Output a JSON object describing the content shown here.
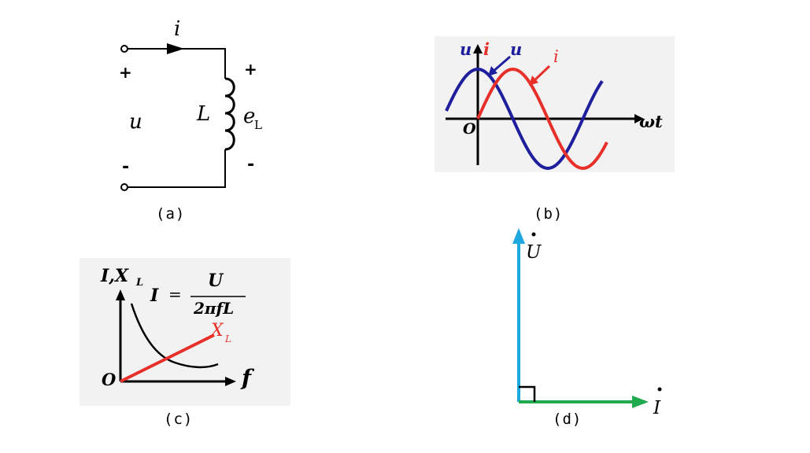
{
  "panel_a": {
    "current": "i",
    "plus_left": "+",
    "minus_left": "-",
    "voltage": "u",
    "inductor": "L",
    "emf_main": "e",
    "emf_sub": "L",
    "plus_right": "+",
    "minus_right": "-",
    "caption": "(a)"
  },
  "panel_b": {
    "u_axis_label": "u",
    "i_axis_label": "i",
    "u_curve_label": "u",
    "i_curve_label": "i",
    "origin": "O",
    "x_label": "ωt",
    "caption": "(b)",
    "colors": {
      "u": "#1f1f9e",
      "i": "#e8302a"
    }
  },
  "panel_c": {
    "y_label": "I,X",
    "y_label_sub": "L",
    "formula_lhs": "I",
    "formula_eq": "=",
    "formula_num": "U",
    "formula_den": "2πfL",
    "xl_label": "X",
    "xl_sub": "L",
    "origin": "O",
    "x_label": "f",
    "caption": "(c)",
    "colors": {
      "xl": "#e8302a"
    }
  },
  "panel_d": {
    "u_phasor": "U",
    "i_phasor": "I",
    "caption": "(d)",
    "colors": {
      "u": "#1ea8e0",
      "i": "#1faa4e"
    }
  }
}
